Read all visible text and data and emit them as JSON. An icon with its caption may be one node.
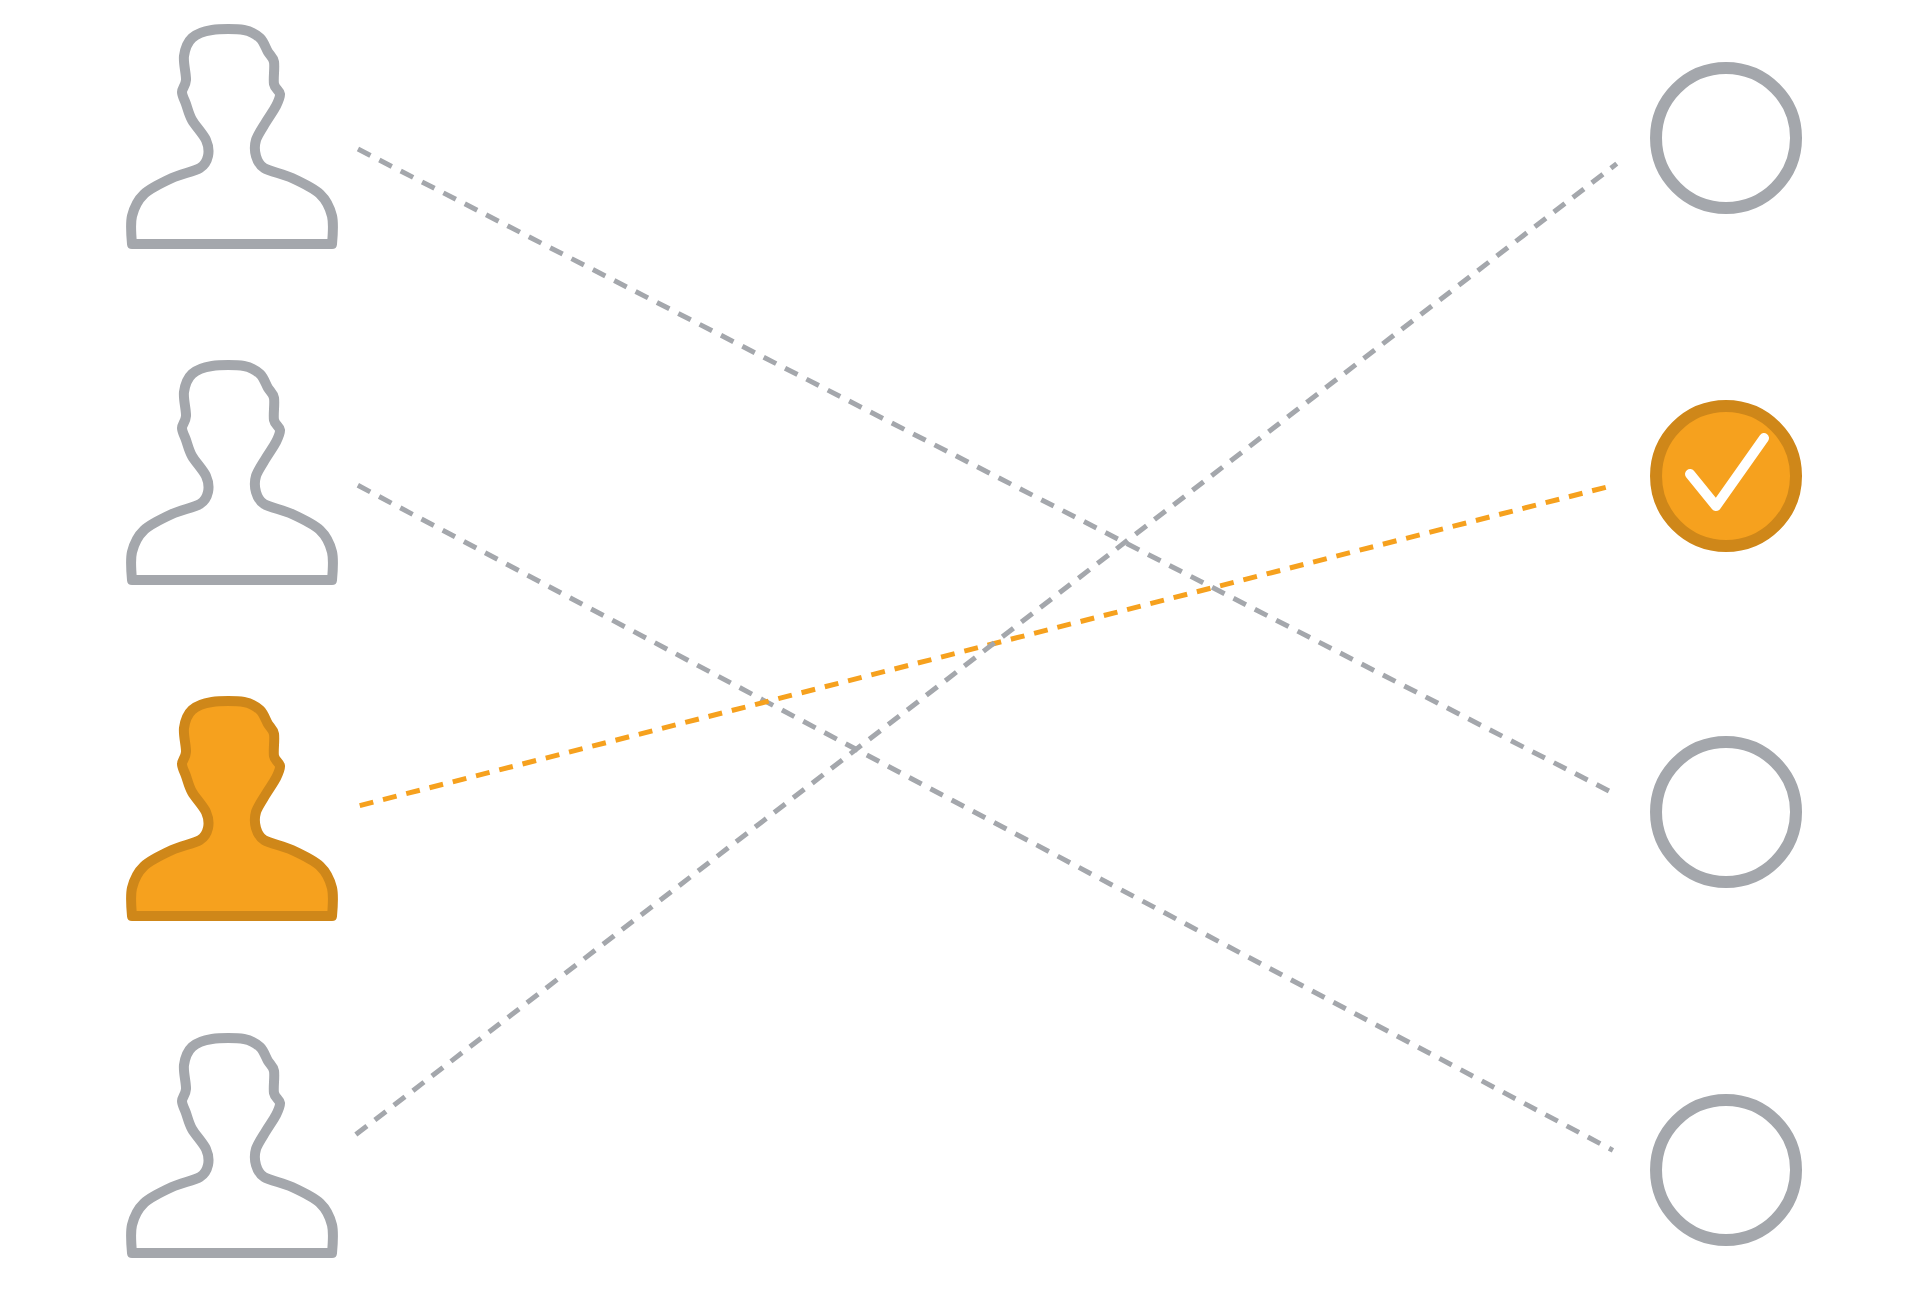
{
  "diagram": {
    "nodes": [
      {
        "text": [],
        "shape": "person"
      },
      {
        "text": [],
        "shape": "person"
      },
      {
        "text": [],
        "shape": "person"
      },
      {
        "text": [],
        "shape": "person"
      },
      {
        "text": [],
        "shape": "circle"
      },
      {
        "text": [],
        "shape": "circle"
      },
      {
        "text": [],
        "shape": "circle"
      },
      {
        "text": [],
        "shape": "circle"
      }
    ],
    "edges": [
      {
        "from": 0,
        "to": 6,
        "arrow": "none",
        "style": "dashed"
      },
      {
        "from": 1,
        "to": 7,
        "arrow": "none",
        "style": "dashed"
      },
      {
        "from": 2,
        "to": 5,
        "arrow": "none",
        "style": "dashed",
        "color": "#f6a11e"
      },
      {
        "from": 3,
        "to": 4,
        "arrow": "none",
        "style": "dashed"
      }
    ]
  }
}
